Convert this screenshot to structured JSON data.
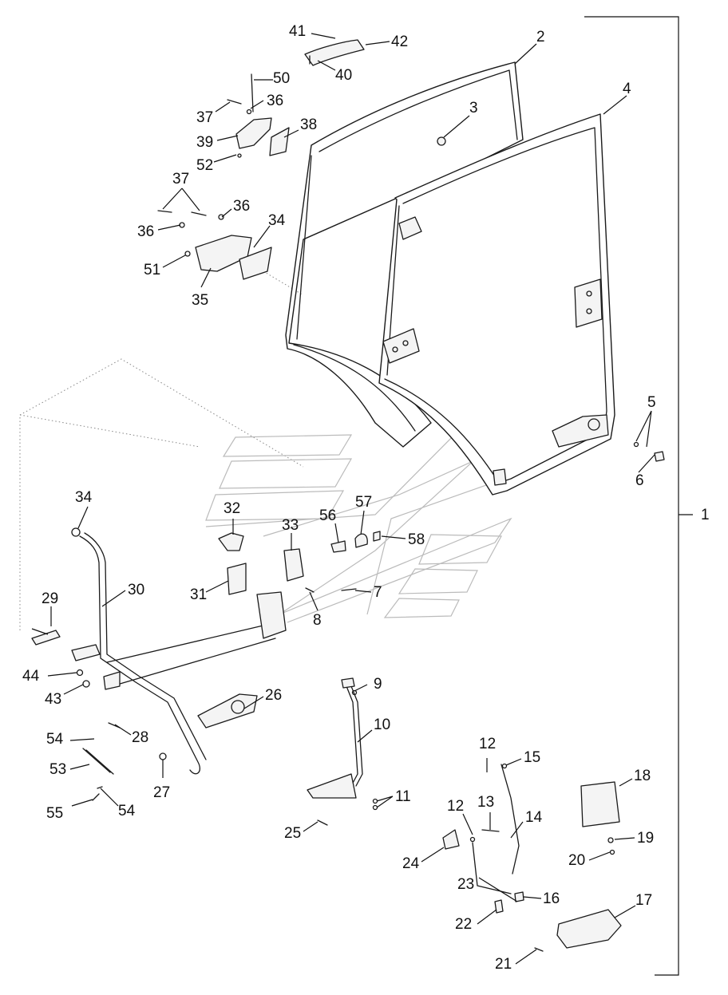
{
  "callouts": {
    "c1": "1",
    "c2": "2",
    "c3": "3",
    "c4": "4",
    "c5": "5",
    "c6": "6",
    "c7": "7",
    "c8": "8",
    "c9": "9",
    "c10": "10",
    "c11": "11",
    "c12a": "12",
    "c12b": "12",
    "c13": "13",
    "c14": "14",
    "c15": "15",
    "c16": "16",
    "c17": "17",
    "c18": "18",
    "c19": "19",
    "c20": "20",
    "c21": "21",
    "c22": "22",
    "c23": "23",
    "c24": "24",
    "c25": "25",
    "c26": "26",
    "c27": "27",
    "c28": "28",
    "c29": "29",
    "c30": "30",
    "c31": "31",
    "c32": "32",
    "c33": "33",
    "c34a": "34",
    "c34b": "34",
    "c35": "35",
    "c36a": "36",
    "c36b": "36",
    "c36c": "36",
    "c37a": "37",
    "c37b": "37",
    "c38": "38",
    "c39": "39",
    "c40": "40",
    "c41": "41",
    "c42": "42",
    "c43": "43",
    "c44": "44",
    "c50": "50",
    "c51": "51",
    "c52": "52",
    "c53": "53",
    "c54a": "54",
    "c54b": "54",
    "c55": "55",
    "c56": "56",
    "c57": "57",
    "c58": "58"
  }
}
